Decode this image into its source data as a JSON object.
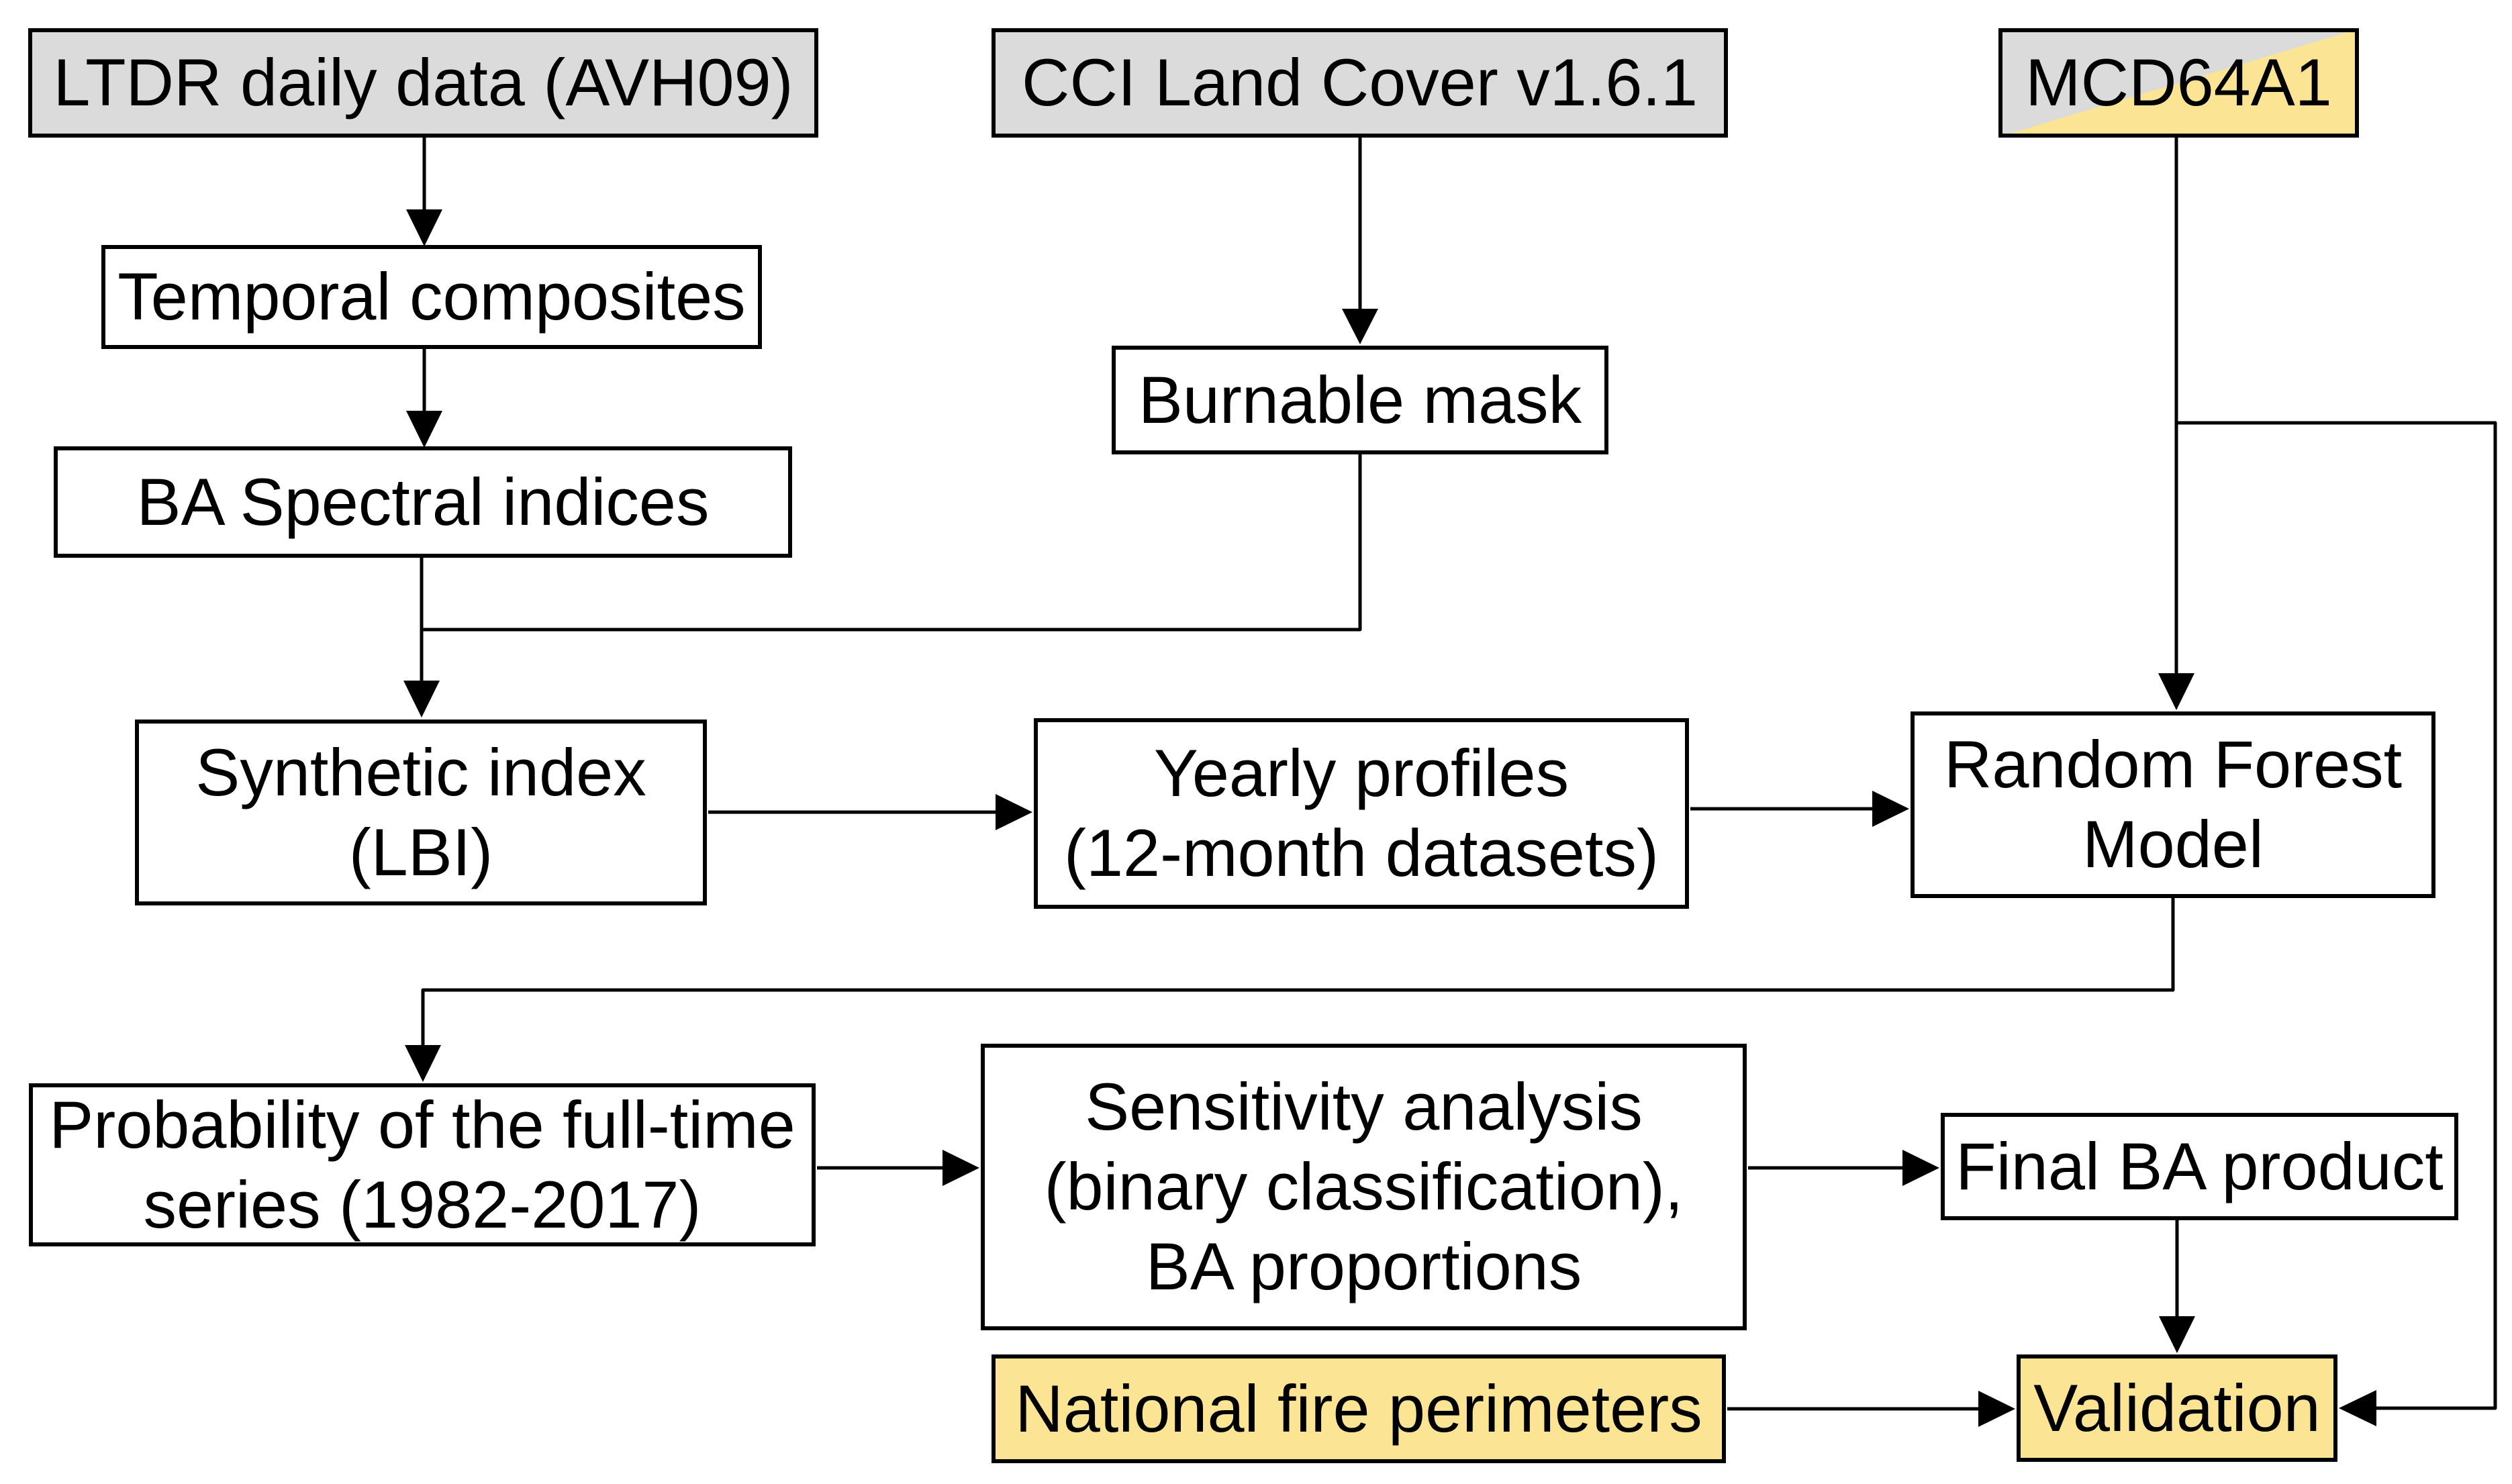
{
  "colors": {
    "background": "#FFFFFF",
    "box_gray": "#DBDBDB",
    "box_yellow": "#FBE594",
    "box_white": "#FFFFFF",
    "line": "#000000",
    "text": "#000000"
  },
  "diagram": {
    "nodes": [
      {
        "id": "ltdr",
        "label": "LTDR daily data (AVH09)",
        "fill": "gray"
      },
      {
        "id": "cci",
        "label": "CCI Land Cover v1.6.1",
        "fill": "gray"
      },
      {
        "id": "mcd64a1",
        "label": "MCD64A1",
        "fill": "gray-yellow-split"
      },
      {
        "id": "temporal",
        "label": "Temporal composites",
        "fill": "white"
      },
      {
        "id": "burnable",
        "label": "Burnable mask",
        "fill": "white"
      },
      {
        "id": "ba_spectral",
        "label": "BA Spectral indices",
        "fill": "white"
      },
      {
        "id": "synthetic",
        "label": "Synthetic index\n(LBI)",
        "fill": "white"
      },
      {
        "id": "yearly",
        "label": "Yearly profiles\n(12-month datasets)",
        "fill": "white"
      },
      {
        "id": "random_forest",
        "label": "Random Forest\nModel",
        "fill": "white"
      },
      {
        "id": "probability",
        "label": "Probability of the full-time\nseries (1982-2017)",
        "fill": "white"
      },
      {
        "id": "sensitivity",
        "label": "Sensitivity analysis\n(binary classification),\nBA proportions",
        "fill": "white"
      },
      {
        "id": "final_ba",
        "label": "Final BA product",
        "fill": "white"
      },
      {
        "id": "nfp",
        "label": "National fire perimeters",
        "fill": "yellow"
      },
      {
        "id": "validation",
        "label": "Validation",
        "fill": "yellow"
      }
    ],
    "edges": [
      {
        "from": "ltdr",
        "to": "temporal"
      },
      {
        "from": "temporal",
        "to": "ba_spectral"
      },
      {
        "from": "ba_spectral",
        "to": "synthetic"
      },
      {
        "from": "cci",
        "to": "burnable"
      },
      {
        "from": "burnable",
        "to": "synthetic"
      },
      {
        "from": "synthetic",
        "to": "yearly"
      },
      {
        "from": "yearly",
        "to": "random_forest"
      },
      {
        "from": "mcd64a1",
        "to": "random_forest"
      },
      {
        "from": "mcd64a1",
        "to": "validation"
      },
      {
        "from": "random_forest",
        "to": "probability"
      },
      {
        "from": "probability",
        "to": "sensitivity"
      },
      {
        "from": "sensitivity",
        "to": "final_ba"
      },
      {
        "from": "final_ba",
        "to": "validation"
      },
      {
        "from": "nfp",
        "to": "validation"
      }
    ]
  }
}
